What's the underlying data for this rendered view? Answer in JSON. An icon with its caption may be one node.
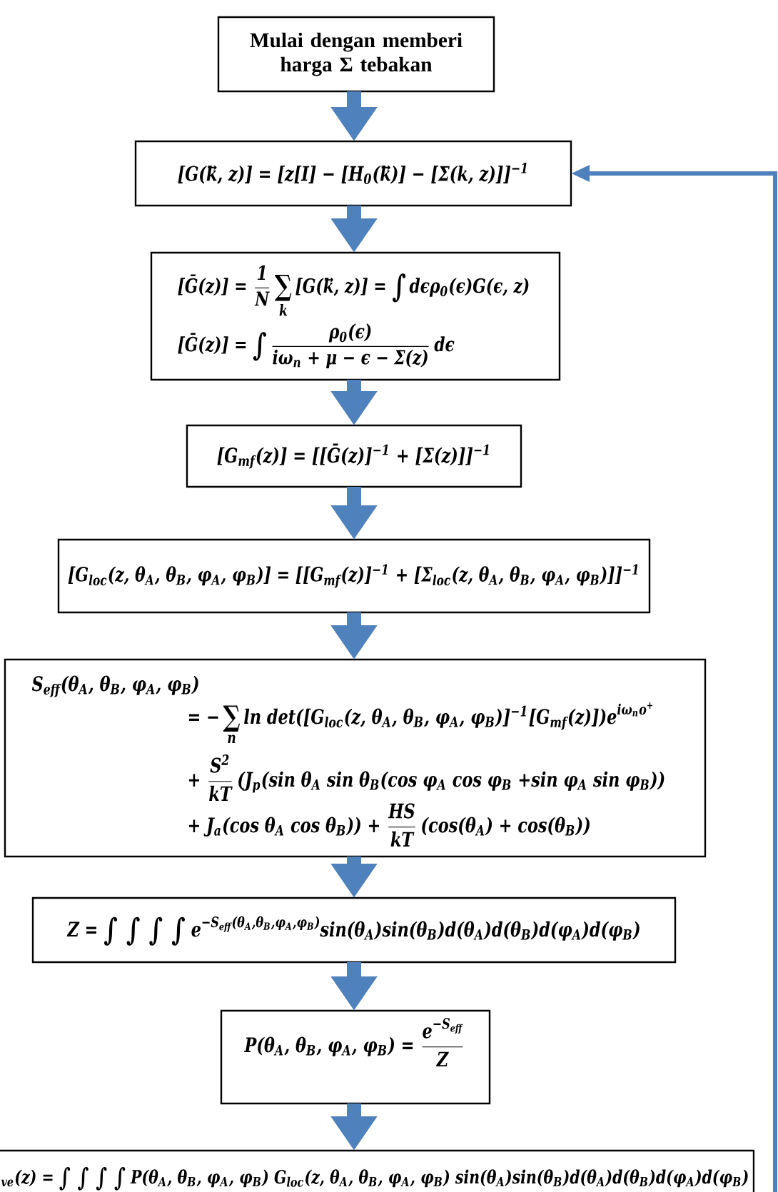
{
  "diagram": {
    "nodes": [
      {
        "text": [
          "Mulai dengan memberi harga Σ tebakan"
        ]
      },
      {
        "text": [
          "[G(k⃗, z)] = [z[I] − [H$_{0}$(k⃗)] − [Σ(k, z)]]$^{−1}$"
        ]
      },
      {
        "text": [
          "[Ḡ(z)] =",
          "1",
          "N",
          "∑",
          "k",
          "[G(k⃗, z)] =",
          "∫",
          "dϵρ$_{0}$(ϵ)G(ϵ, z)",
          "[Ḡ(z)] =",
          "∫",
          "ρ$_{0}$(ϵ)",
          "iω$_{n}$ + μ − ϵ − Σ(z)",
          "dϵ"
        ]
      },
      {
        "text": [
          "[G$_{mf}$(z)] = [[Ḡ(z)]$^{−1}$ + [Σ(z)]]$^{−1}$"
        ]
      },
      {
        "text": [
          "[G$_{loc}$(z, θ$_{A}$, θ$_{B}$, φ$_{A}$, φ$_{B}$)] = [[G$_{mf}$(z)]$^{−1}$ + [Σ$_{loc}$(z, θ$_{A}$, θ$_{B}$, φ$_{A}$, φ$_{B}$)]]$^{−1}$"
        ]
      },
      {
        "text": [
          "S$_{eff}$(θ$_{A}$, θ$_{B}$, φ$_{A}$, φ$_{B}$)",
          "= −",
          "∑",
          "n",
          "ln det([G$_{loc}$(z, θ$_{A}$, θ$_{B}$, φ$_{A}$, φ$_{B}$)]$^{−1}$[G$_{mf}$(z)])e",
          "iω$_{n}$o$^{+}$",
          "+",
          "S$^{2}$",
          "kT",
          "(J$_{p}$(sin θ$_{A}$ sin θ$_{B}$(cos φ$_{A}$ cos φ$_{B}$ +sin φ$_{A}$ sin φ$_{B}$))",
          "+ J$_{a}$(cos θ$_{A}$ cos θ$_{B}$)) +",
          "HS",
          "kT",
          "(cos(θ$_{A}$) + cos(θ$_{B}$))"
        ]
      },
      {
        "text": [
          "Z =",
          "∫ ∫ ∫ ∫",
          "e",
          "−S$_{eff}$(θ$_{A}$,θ$_{B}$,φ$_{A}$,φ$_{B}$)",
          "sin(θ$_{A}$)sin(θ$_{B}$)d(θ$_{A}$)d(θ$_{B}$)d(φ$_{A}$)d(φ$_{B}$)"
        ]
      },
      {
        "text": [
          "P(θ$_{A}$, θ$_{B}$, φ$_{A}$, φ$_{B}$) =",
          "e",
          "−S$_{eff}$",
          "Z"
        ]
      },
      {
        "text": [
          "$_{ve}$(z) =",
          "∫ ∫ ∫ ∫",
          "P(θ$_{A}$, θ$_{B}$, φ$_{A}$, φ$_{B}$) G$_{loc}$(z, θ$_{A}$, θ$_{B}$, φ$_{A}$, φ$_{B}$) sin(θ$_{A}$)sin(θ$_{B}$)d(θ$_{A}$)d(θ$_{B}$)d(φ$_{A}$)d(φ$_{B}$)"
        ]
      }
    ],
    "edges": [
      {
        "from": 0,
        "to": 1,
        "arrow": "to"
      },
      {
        "from": 1,
        "to": 2,
        "arrow": "to"
      },
      {
        "from": 2,
        "to": 3,
        "arrow": "to"
      },
      {
        "from": 3,
        "to": 4,
        "arrow": "to"
      },
      {
        "from": 4,
        "to": 5,
        "arrow": "to"
      },
      {
        "from": 5,
        "to": 6,
        "arrow": "to"
      },
      {
        "from": 6,
        "to": 7,
        "arrow": "to"
      },
      {
        "from": 7,
        "to": 8,
        "arrow": "to"
      },
      {
        "from": null,
        "to": 1,
        "arrow": "to"
      }
    ]
  }
}
